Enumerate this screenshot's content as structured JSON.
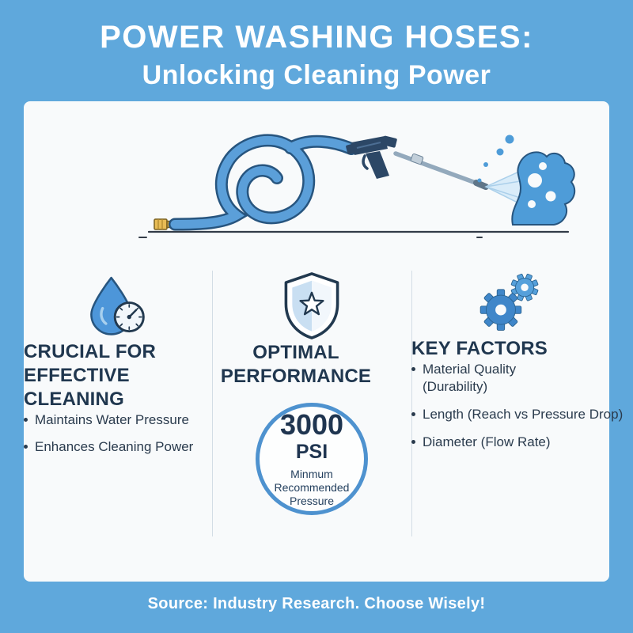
{
  "title": {
    "line1": "POWER WASHING HOSES:",
    "line2": "Unlocking Cleaning Power"
  },
  "sections": {
    "cleaning": {
      "icon": "water-drop-pressure-gauge-icon",
      "heading": "CRUCIAL FOR EFFECTIVE CLEANING",
      "bullets": [
        "Maintains Water Pressure",
        "Enhances Cleaning Power"
      ]
    },
    "performance": {
      "icon": "shield-star-icon",
      "heading": "OPTIMAL PERFORMANCE",
      "psi_value": "3000",
      "psi_unit": "PSI",
      "psi_caption": "Minmum Recommended Pressure"
    },
    "factors": {
      "icon": "gears-icon",
      "heading": "KEY FACTORS",
      "bullets": [
        "Material Quality (Durability)",
        "Length (Reach vs Pressure Drop)",
        "Diameter (Flow Rate)"
      ]
    }
  },
  "footer": "Source: Industry Research. Choose Wisely!",
  "colors": {
    "background": "#5FA8DC",
    "card": "#F8FAFB",
    "heading_text": "#20374F",
    "body_text": "#2A3B4D",
    "accent_blue": "#4A90D9",
    "hose_outline": "#27557F",
    "psi_circle_border": "#4E92CF",
    "brass_fitting": "#E8BC55"
  }
}
